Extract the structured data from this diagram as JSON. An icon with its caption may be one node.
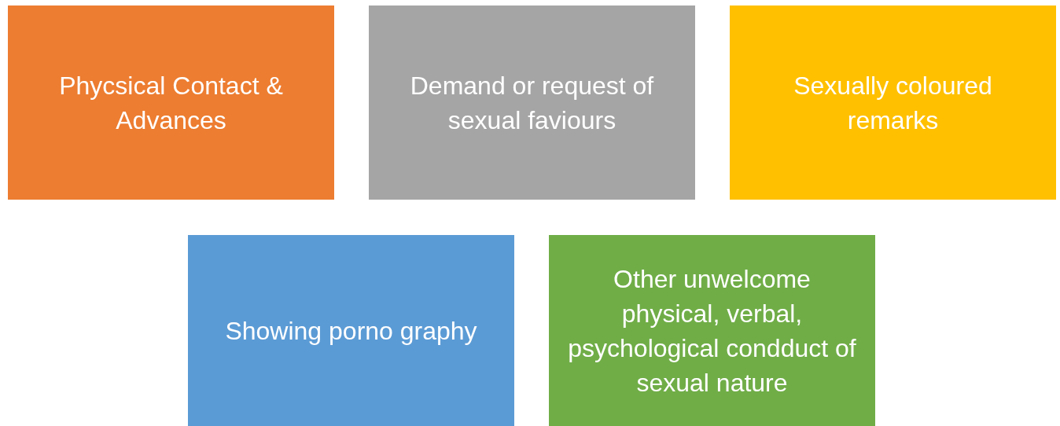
{
  "diagram": {
    "nodes": [
      {
        "text": [
          "Phycsical Contact & Advances"
        ]
      },
      {
        "text": [
          "Demand or request of sexual faviours"
        ]
      },
      {
        "text": [
          "Sexually coloured remarks"
        ]
      },
      {
        "text": [
          "Showing porno graphy"
        ]
      },
      {
        "text": [
          "Other unwelcome physical, verbal, psychological condduct of sexual nature"
        ]
      }
    ]
  }
}
